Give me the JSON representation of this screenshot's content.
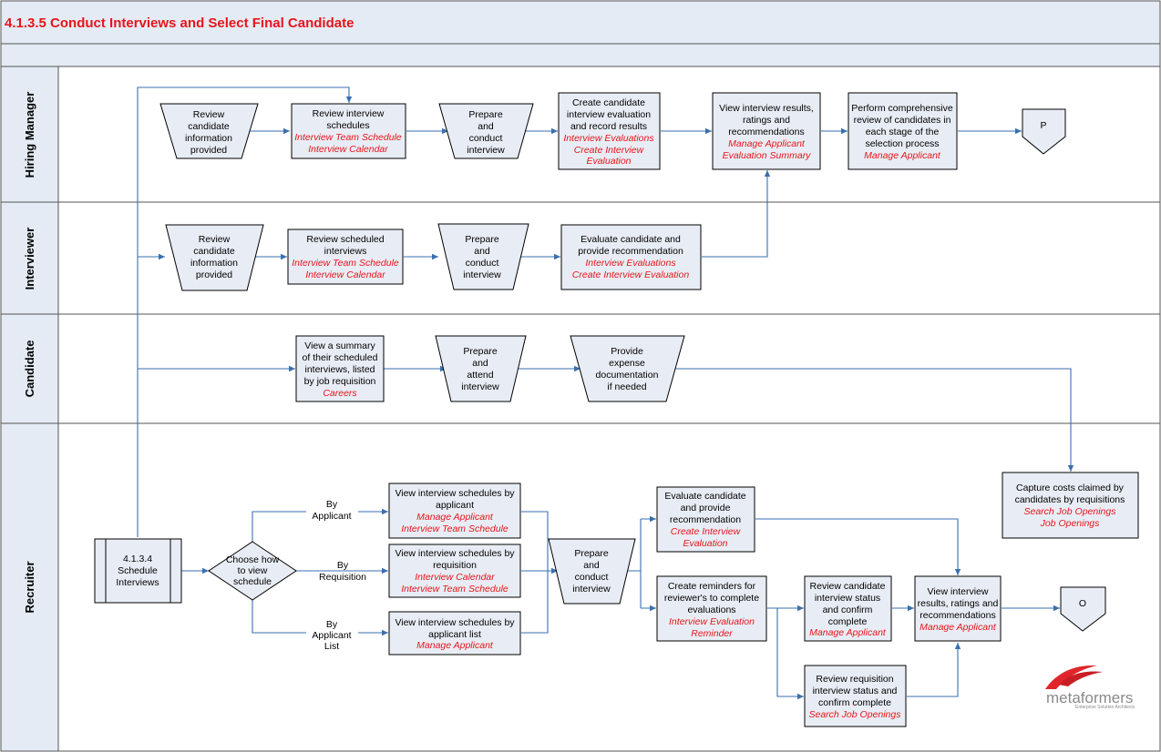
{
  "title": "4.1.3.5 Conduct Interviews and Select Final Candidate",
  "lanes": {
    "hiring_manager": "Hiring Manager",
    "interviewer": "Interviewer",
    "candidate": "Candidate",
    "recruiter": "Recruiter"
  },
  "hm": {
    "review": [
      "Review",
      "candidate",
      "information",
      "provided"
    ],
    "schedules": {
      "lines": [
        "Review interview",
        "schedules"
      ],
      "links": [
        "Interview Team Schedule",
        "Interview Calendar"
      ]
    },
    "prepare": [
      "Prepare",
      "and",
      "conduct",
      "interview"
    ],
    "create_eval": {
      "lines": [
        "Create candidate",
        "interview evaluation",
        "and record results"
      ],
      "links": [
        "Interview Evaluations",
        "Create Interview",
        "Evaluation"
      ]
    },
    "view_results": {
      "lines": [
        "View interview results,",
        "ratings and",
        "recommendations"
      ],
      "links": [
        "Manage Applicant",
        "Evaluation Summary"
      ]
    },
    "perform": {
      "lines": [
        "Perform comprehensive",
        "review of candidates in",
        "each stage of the",
        "selection process"
      ],
      "links": [
        "Manage Applicant"
      ]
    },
    "connector": "P"
  },
  "iv": {
    "review": [
      "Review",
      "candidate",
      "information",
      "provided"
    ],
    "scheduled": {
      "lines": [
        "Review scheduled",
        "interviews"
      ],
      "links": [
        "Interview Team Schedule",
        "Interview Calendar"
      ]
    },
    "prepare": [
      "Prepare",
      "and",
      "conduct",
      "interview"
    ],
    "evaluate": {
      "lines": [
        "Evaluate candidate and",
        "provide recommendation"
      ],
      "links": [
        "Interview Evaluations",
        "Create Interview Evaluation"
      ]
    }
  },
  "cd": {
    "summary": {
      "lines": [
        "View a summary",
        "of their scheduled",
        "interviews, listed",
        "by job requisition"
      ],
      "links": [
        "Careers"
      ]
    },
    "attend": [
      "Prepare",
      "and",
      "attend",
      "interview"
    ],
    "expense": [
      "Provide",
      "expense",
      "documentation",
      "if needed"
    ]
  },
  "rc": {
    "schedule": [
      "4.1.3.4",
      "Schedule",
      "Interviews"
    ],
    "choose": [
      "Choose how",
      "to view",
      "schedule"
    ],
    "label_applicant": [
      "By",
      "Applicant"
    ],
    "label_requisition": [
      "By",
      "Requisition"
    ],
    "label_list": [
      "By",
      "Applicant",
      "List"
    ],
    "by_applicant": {
      "lines": [
        "View interview schedules by",
        "applicant"
      ],
      "links": [
        "Manage Applicant",
        "Interview Team Schedule"
      ]
    },
    "by_requisition": {
      "lines": [
        "View interview schedules by",
        "requisition"
      ],
      "links": [
        "Interview Calendar",
        "Interview Team Schedule"
      ]
    },
    "by_list": {
      "lines": [
        "View interview schedules by",
        "applicant list"
      ],
      "links": [
        "Manage Applicant"
      ]
    },
    "prepare": [
      "Prepare",
      "and",
      "conduct",
      "interview"
    ],
    "evaluate": {
      "lines": [
        "Evaluate candidate",
        "and provide",
        "recommendation"
      ],
      "links": [
        "Create Interview",
        "Evaluation"
      ]
    },
    "reminders": {
      "lines": [
        "Create reminders for",
        "reviewer's to complete",
        "evaluations"
      ],
      "links": [
        "Interview Evaluation",
        "Reminder"
      ]
    },
    "review_candidate": {
      "lines": [
        "Review candidate",
        "interview status",
        "and confirm",
        "complete"
      ],
      "links": [
        "Manage Applicant"
      ]
    },
    "review_requisition": {
      "lines": [
        "Review requisition",
        "interview status and",
        "confirm complete"
      ],
      "links": [
        "Search Job Openings"
      ]
    },
    "view_results": {
      "lines": [
        "View interview",
        "results, ratings and",
        "recommendations"
      ],
      "links": [
        "Manage Applicant"
      ]
    },
    "capture": {
      "lines": [
        "Capture costs claimed by",
        "candidates by requisitions"
      ],
      "links": [
        "Search Job Openings",
        "Job Openings"
      ]
    },
    "connector": "O"
  },
  "logo": {
    "name": "metaformers",
    "tagline": "Enterprise Solution Architects"
  },
  "colors": {
    "accent_red": "#e8141b",
    "box_fill": "#e8edf5",
    "connector_blue": "#3a6fb0",
    "header_fill": "#e4ebf4"
  }
}
